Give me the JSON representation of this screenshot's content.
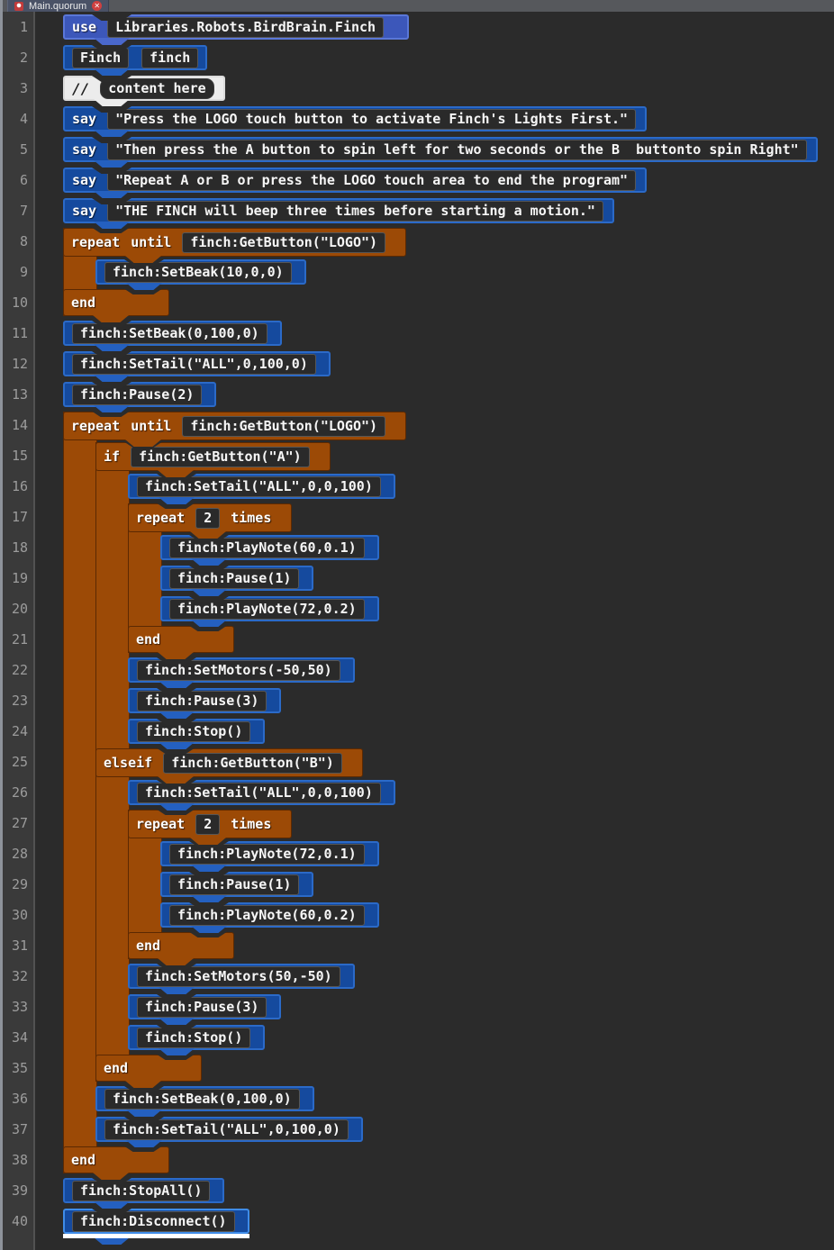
{
  "tab": {
    "title": "Main.quorum",
    "icons": {
      "file_icon": "quorum-file-icon",
      "close_icon": "✕"
    }
  },
  "editor": {
    "lines": [
      {
        "n": 1,
        "indent": 0,
        "kind": "use",
        "parts": [
          {
            "t": "kw",
            "v": "use"
          },
          {
            "t": "val",
            "v": "Libraries.Robots.BirdBrain.Finch"
          }
        ]
      },
      {
        "n": 2,
        "indent": 0,
        "kind": "decl",
        "parts": [
          {
            "t": "val",
            "v": "Finch"
          },
          {
            "t": "val",
            "v": "finch"
          }
        ]
      },
      {
        "n": 3,
        "indent": 0,
        "kind": "comment",
        "parts": [
          {
            "t": "comkw",
            "v": "//"
          },
          {
            "t": "val",
            "v": "content here"
          }
        ]
      },
      {
        "n": 4,
        "indent": 0,
        "kind": "say",
        "parts": [
          {
            "t": "kw",
            "v": "say"
          },
          {
            "t": "val",
            "v": "\"Press the LOGO touch button to activate Finch's Lights First.\""
          }
        ]
      },
      {
        "n": 5,
        "indent": 0,
        "kind": "say",
        "parts": [
          {
            "t": "kw",
            "v": "say"
          },
          {
            "t": "val",
            "v": "\"Then press the A button to spin left for two seconds or the B  buttonto spin Right\""
          }
        ]
      },
      {
        "n": 6,
        "indent": 0,
        "kind": "say",
        "parts": [
          {
            "t": "kw",
            "v": "say"
          },
          {
            "t": "val",
            "v": "\"Repeat A or B or press the LOGO touch area to end the program\""
          }
        ]
      },
      {
        "n": 7,
        "indent": 0,
        "kind": "say",
        "parts": [
          {
            "t": "kw",
            "v": "say"
          },
          {
            "t": "val",
            "v": "\"THE FINCH will beep three times before starting a motion.\""
          }
        ]
      },
      {
        "n": 8,
        "indent": 0,
        "kind": "chead",
        "parts": [
          {
            "t": "kw",
            "v": "repeat"
          },
          {
            "t": "kw",
            "v": "until"
          },
          {
            "t": "val",
            "v": "finch:GetButton(\"LOGO\")"
          }
        ]
      },
      {
        "n": 9,
        "indent": 1,
        "kind": "stmt",
        "parts": [
          {
            "t": "val",
            "v": "finch:SetBeak(10,0,0)"
          }
        ]
      },
      {
        "n": 10,
        "indent": 0,
        "kind": "cfoot",
        "parts": [
          {
            "t": "kw",
            "v": "end"
          }
        ]
      },
      {
        "n": 11,
        "indent": 0,
        "kind": "stmt",
        "parts": [
          {
            "t": "val",
            "v": "finch:SetBeak(0,100,0)"
          }
        ]
      },
      {
        "n": 12,
        "indent": 0,
        "kind": "stmt",
        "parts": [
          {
            "t": "val",
            "v": "finch:SetTail(\"ALL\",0,100,0)"
          }
        ]
      },
      {
        "n": 13,
        "indent": 0,
        "kind": "stmt",
        "parts": [
          {
            "t": "val",
            "v": "finch:Pause(2)"
          }
        ]
      },
      {
        "n": 14,
        "indent": 0,
        "kind": "chead",
        "parts": [
          {
            "t": "kw",
            "v": "repeat"
          },
          {
            "t": "kw",
            "v": "until"
          },
          {
            "t": "val",
            "v": "finch:GetButton(\"LOGO\")"
          }
        ]
      },
      {
        "n": 15,
        "indent": 1,
        "kind": "chead",
        "parts": [
          {
            "t": "kw",
            "v": "if"
          },
          {
            "t": "val",
            "v": "finch:GetButton(\"A\")"
          }
        ]
      },
      {
        "n": 16,
        "indent": 2,
        "kind": "stmt",
        "parts": [
          {
            "t": "val",
            "v": "finch:SetTail(\"ALL\",0,0,100)"
          }
        ]
      },
      {
        "n": 17,
        "indent": 2,
        "kind": "chead",
        "parts": [
          {
            "t": "kw",
            "v": "repeat"
          },
          {
            "t": "val",
            "v": "2"
          },
          {
            "t": "kw",
            "v": "times"
          }
        ]
      },
      {
        "n": 18,
        "indent": 3,
        "kind": "stmt",
        "parts": [
          {
            "t": "val",
            "v": "finch:PlayNote(60,0.1)"
          }
        ]
      },
      {
        "n": 19,
        "indent": 3,
        "kind": "stmt",
        "parts": [
          {
            "t": "val",
            "v": "finch:Pause(1)"
          }
        ]
      },
      {
        "n": 20,
        "indent": 3,
        "kind": "stmt",
        "parts": [
          {
            "t": "val",
            "v": "finch:PlayNote(72,0.2)"
          }
        ]
      },
      {
        "n": 21,
        "indent": 2,
        "kind": "cfoot",
        "parts": [
          {
            "t": "kw",
            "v": "end"
          }
        ]
      },
      {
        "n": 22,
        "indent": 2,
        "kind": "stmt",
        "parts": [
          {
            "t": "val",
            "v": "finch:SetMotors(-50,50)"
          }
        ]
      },
      {
        "n": 23,
        "indent": 2,
        "kind": "stmt",
        "parts": [
          {
            "t": "val",
            "v": "finch:Pause(3)"
          }
        ]
      },
      {
        "n": 24,
        "indent": 2,
        "kind": "stmt",
        "parts": [
          {
            "t": "val",
            "v": "finch:Stop()"
          }
        ]
      },
      {
        "n": 25,
        "indent": 1,
        "kind": "cmid",
        "parts": [
          {
            "t": "kw",
            "v": "elseif"
          },
          {
            "t": "val",
            "v": "finch:GetButton(\"B\")"
          }
        ]
      },
      {
        "n": 26,
        "indent": 2,
        "kind": "stmt",
        "parts": [
          {
            "t": "val",
            "v": "finch:SetTail(\"ALL\",0,0,100)"
          }
        ]
      },
      {
        "n": 27,
        "indent": 2,
        "kind": "chead",
        "parts": [
          {
            "t": "kw",
            "v": "repeat"
          },
          {
            "t": "val",
            "v": "2"
          },
          {
            "t": "kw",
            "v": "times"
          }
        ]
      },
      {
        "n": 28,
        "indent": 3,
        "kind": "stmt",
        "parts": [
          {
            "t": "val",
            "v": "finch:PlayNote(72,0.1)"
          }
        ]
      },
      {
        "n": 29,
        "indent": 3,
        "kind": "stmt",
        "parts": [
          {
            "t": "val",
            "v": "finch:Pause(1)"
          }
        ]
      },
      {
        "n": 30,
        "indent": 3,
        "kind": "stmt",
        "parts": [
          {
            "t": "val",
            "v": "finch:PlayNote(60,0.2)"
          }
        ]
      },
      {
        "n": 31,
        "indent": 2,
        "kind": "cfoot",
        "parts": [
          {
            "t": "kw",
            "v": "end"
          }
        ]
      },
      {
        "n": 32,
        "indent": 2,
        "kind": "stmt",
        "parts": [
          {
            "t": "val",
            "v": "finch:SetMotors(50,-50)"
          }
        ]
      },
      {
        "n": 33,
        "indent": 2,
        "kind": "stmt",
        "parts": [
          {
            "t": "val",
            "v": "finch:Pause(3)"
          }
        ]
      },
      {
        "n": 34,
        "indent": 2,
        "kind": "stmt",
        "parts": [
          {
            "t": "val",
            "v": "finch:Stop()"
          }
        ]
      },
      {
        "n": 35,
        "indent": 1,
        "kind": "cfoot",
        "parts": [
          {
            "t": "kw",
            "v": "end"
          }
        ]
      },
      {
        "n": 36,
        "indent": 1,
        "kind": "stmt",
        "parts": [
          {
            "t": "val",
            "v": "finch:SetBeak(0,100,0)"
          }
        ]
      },
      {
        "n": 37,
        "indent": 1,
        "kind": "stmt",
        "parts": [
          {
            "t": "val",
            "v": "finch:SetTail(\"ALL\",0,100,0)"
          }
        ]
      },
      {
        "n": 38,
        "indent": 0,
        "kind": "cfoot",
        "parts": [
          {
            "t": "kw",
            "v": "end"
          }
        ]
      },
      {
        "n": 39,
        "indent": 0,
        "kind": "stmt",
        "parts": [
          {
            "t": "val",
            "v": "finch:StopAll()"
          }
        ]
      },
      {
        "n": 40,
        "indent": 0,
        "kind": "stmt",
        "parts": [
          {
            "t": "val",
            "v": "finch:Disconnect()"
          }
        ],
        "selected": true
      }
    ],
    "spines": [
      {
        "indent": 0,
        "from": 8,
        "to": 10
      },
      {
        "indent": 0,
        "from": 14,
        "to": 38
      },
      {
        "indent": 1,
        "from": 15,
        "to": 35
      },
      {
        "indent": 2,
        "from": 17,
        "to": 21
      },
      {
        "indent": 2,
        "from": 27,
        "to": 31
      }
    ]
  },
  "colors": {
    "canvas": "#2b2b2b",
    "gutter": "#3a3a3a",
    "statement_block": "#154a9e",
    "statement_border": "#2b6ac8",
    "use_block": "#3c57ba",
    "control_block": "#9c4a06",
    "comment_block": "#ececec",
    "value_chip": "#2a2a2a",
    "selected_border": "#3f8ce8",
    "tab_background": "#4a5266",
    "close_icon_red": "#cf4040"
  }
}
